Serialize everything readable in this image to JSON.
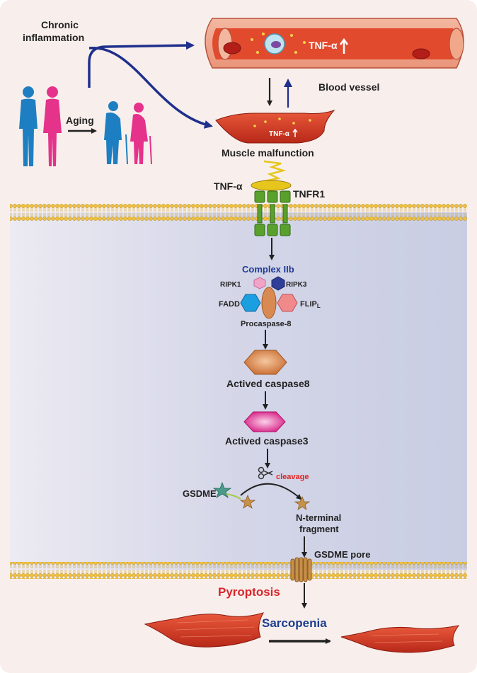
{
  "labels": {
    "chronic_inflammation_line1": "Chronic",
    "chronic_inflammation_line2": "inflammation",
    "aging": "Aging",
    "vessel_tnf": "TNF-α",
    "blood_vessel": "Blood vessel",
    "muscle_tnf": "TNF-α",
    "muscle_malfunction": "Muscle malfunction",
    "tnf_alpha": "TNF-α",
    "tnfr1": "TNFR1",
    "complex_iib": "Complex IIb",
    "ripk1": "RIPK1",
    "ripk3": "RIPK3",
    "fadd": "FADD",
    "flip": "FLIP",
    "flip_sub": "L",
    "procaspase8": "Procaspase-8",
    "actived_caspase8": "Actived caspase8",
    "actived_caspase3": "Actived caspase3",
    "cleavage": "cleavage",
    "gsdme": "GSDME",
    "n_terminal_line1": "N-terminal",
    "n_terminal_line2": "fragment",
    "gsdme_pore": "GSDME pore",
    "pyroptosis": "Pyroptosis",
    "sarcopenia": "Sarcopenia"
  },
  "colors": {
    "background": "#f8efec",
    "cell_interior": "#d4d6e8",
    "navy_arrow": "#1f2f8c",
    "pyroptosis": "#d7262b",
    "sarcopenia": "#1d3d8f",
    "complex_iib": "#1f3a93",
    "cleavage": "#e32222",
    "muscle": "#d93a2b",
    "vessel": "#e24a2e",
    "human_male": "#1d7fc2",
    "human_female": "#e5328b"
  }
}
